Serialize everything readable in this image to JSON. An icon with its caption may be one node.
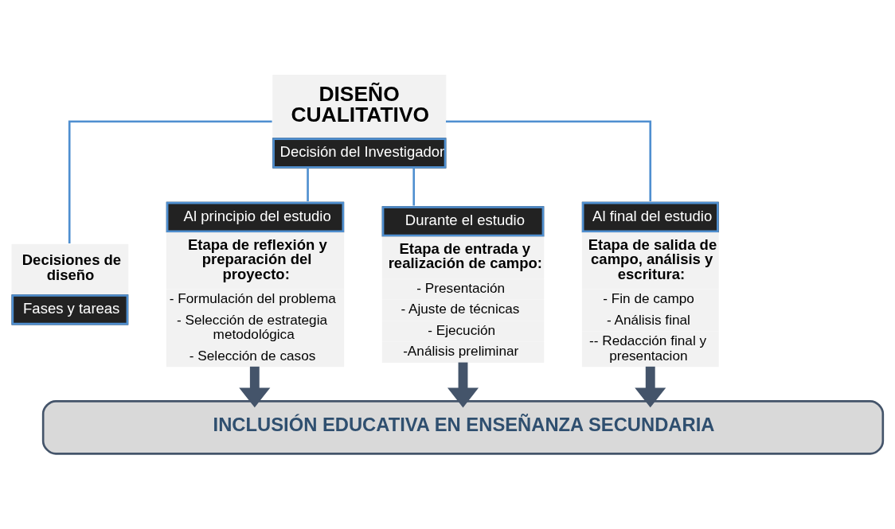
{
  "diagram": {
    "nodes": [
      {
        "text": [
          "DISEÑO CUALITATIVO",
          "Decisión del Investigador"
        ]
      },
      {
        "text": [
          "Decisiones de diseño",
          "Fases y tareas"
        ]
      },
      {
        "text": [
          "Al principio del estudio",
          "Etapa de reflexión y preparación del proyecto:",
          "- Formulación del problema",
          "- Selección de estrategia metodológica",
          "- Selección de casos"
        ]
      },
      {
        "text": [
          "Durante el estudio",
          "Etapa de entrada y realización de campo:",
          "- Presentación",
          "- Ajuste de técnicas",
          "- Ejecución",
          "-Análisis preliminar"
        ]
      },
      {
        "text": [
          "Al final del estudio",
          "Etapa de salida de campo, análisis y escritura:",
          "- Fin de campo",
          "- Análisis final",
          "-- Redacción final y presentacion"
        ]
      },
      {
        "text": [
          "INCLUSIÓN EDUCATIVA EN ENSEÑANZA SECUNDARIA"
        ]
      }
    ],
    "edges": [
      {
        "from": 0,
        "to": 1,
        "arrow": "none"
      },
      {
        "from": 0,
        "to": 2,
        "arrow": "none"
      },
      {
        "from": 0,
        "to": 3,
        "arrow": "none"
      },
      {
        "from": 0,
        "to": 4,
        "arrow": "none"
      },
      {
        "from": 2,
        "to": 5,
        "arrow": "to",
        "style": "thick",
        "color": "#44546a"
      },
      {
        "from": 3,
        "to": 5,
        "arrow": "to",
        "style": "thick",
        "color": "#44546a"
      },
      {
        "from": 4,
        "to": 5,
        "arrow": "to",
        "style": "thick",
        "color": "#44546a"
      }
    ]
  }
}
